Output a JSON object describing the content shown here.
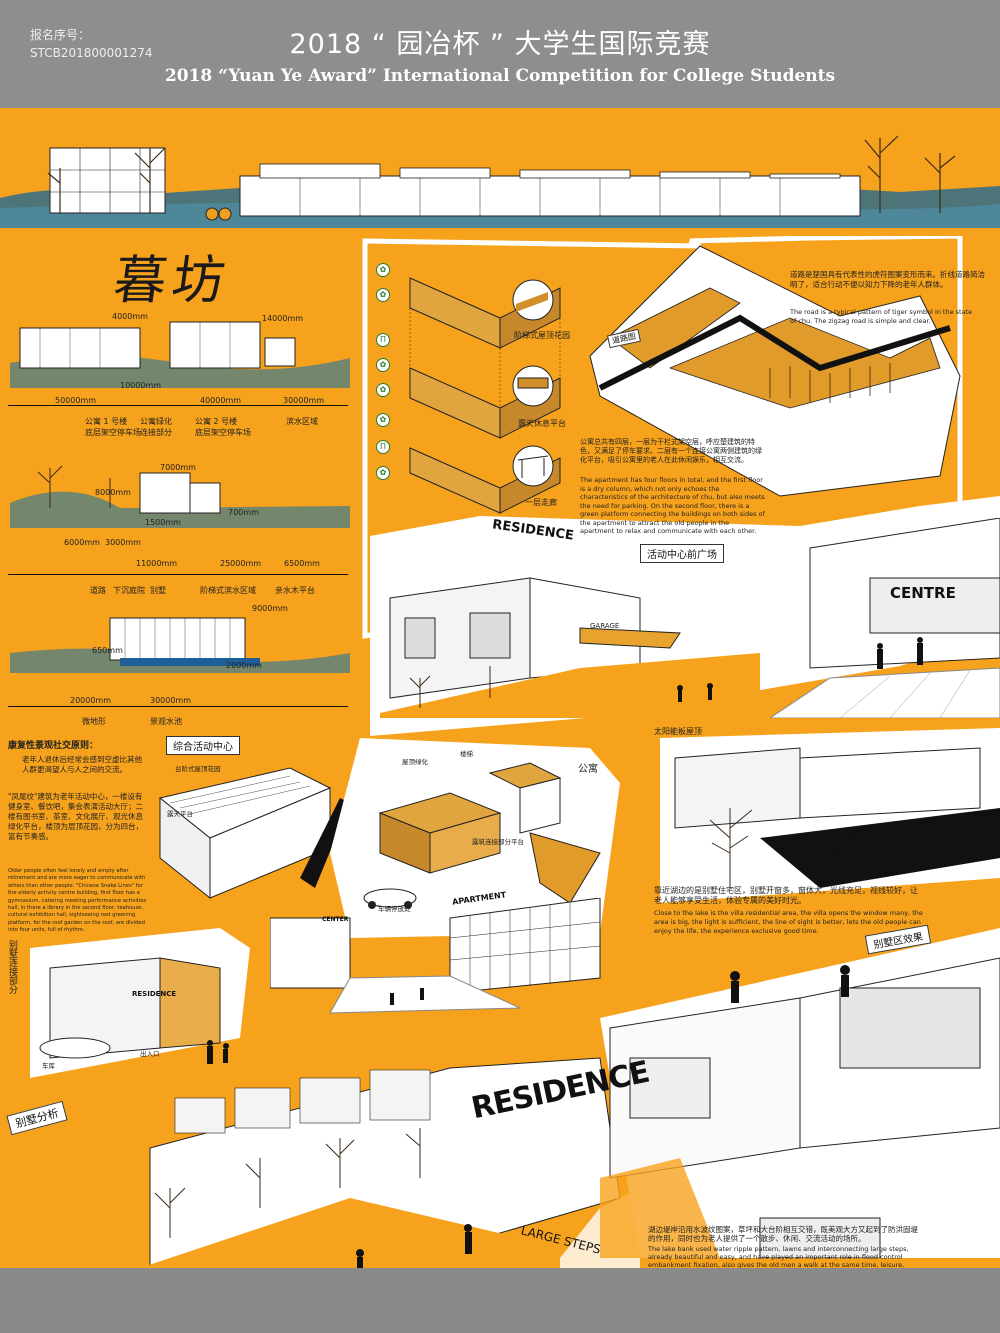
{
  "header": {
    "reg_label": "报名序号：",
    "reg_no": "STCB201800001274",
    "title_cn": "2018 “ 园冶杯 ” 大学生国际竞赛",
    "title_en": "2018 “Yuan Ye Award” International Competition for College Students"
  },
  "project_title": "暮坊",
  "section1": {
    "dims_top": [
      "4000mm",
      "14000mm",
      "10000mm"
    ],
    "dims_row1": [
      "50000mm",
      "40000mm",
      "30000mm"
    ],
    "labels_row1": [
      "公寓 1 号楼\n底层架空停车场",
      "公寓绿化\n连接部分",
      "公寓 2 号楼\n底层架空停车场",
      "滨水区域"
    ],
    "dims_mid": [
      "7000mm",
      "8000mm",
      "1500mm",
      "700mm"
    ],
    "dims_row2": [
      "6000mm",
      "3000mm",
      "11000mm",
      "25000mm",
      "6500mm"
    ],
    "labels_row2": [
      "道路",
      "下沉庭院",
      "别墅",
      "阶梯式滨水区域",
      "亲水木平台"
    ],
    "dims_bottom": [
      "9000mm",
      "650mm",
      "2000mm"
    ],
    "dims_row3": [
      "20000mm",
      "30000mm"
    ],
    "labels_row3": [
      "微地形",
      "景观水池"
    ]
  },
  "section2": {
    "diagram_labels": [
      "阶梯式屋顶花园",
      "露天休息平台",
      "一层走廊"
    ],
    "tag_road": "道路图",
    "road_text_cn": "道路是楚国具有代表性的虎符图案变形而来。折线道路简洁明了，适合行动不便以知力下降的老年人群体。",
    "road_text_en": "The road is a typical pattern of tiger symbol in the state of chu. The zigzag road is simple and clear.",
    "apt_text_cn": "公寓总共有四层，一层为干栏式架空层，呼应楚建筑的特色，又满足了停车要求。二层有一个连接公寓两侧建筑的绿化平台，吸引公寓里的老人在此休闲娱乐，相互交流。",
    "apt_text_en": "The apartment has four floors in total, and the first floor is a dry column, which not only echoes the characteristics of the architecture of chu, but also meets the need for parking. On the second floor, there is a green platform connecting the buildings on both sides of the apartment to attract the old people in the apartment to relax and communicate with each other.",
    "residence_label": "RESIDENCE",
    "activity_square": "活动中心前广场",
    "centre_label": "CENTRE",
    "garage_label": "GARAGE"
  },
  "section3": {
    "rehab_title": "康复性景观社交原则：",
    "rehab_cn1": "老年人退休后经常会感到空虚比其他人群更渴望人与人之间的交流。",
    "rehab_cn2": "\"凤尾纹\"建筑为老年活动中心，一楼设有健身室、餐饮吧，集会表演活动大厅；二楼有图书室、茶室、文化展厅、观光休息绿化平台，楼顶为层顶花园，分为四台，富有节奏感。",
    "rehab_en": "Older people often feel lonely and empty after retirement and are more eager to communicate with others than other people. \"Chinese Snake Lines\" for the elderly activity centre building, first floor has a gymnasium, catering meeting performance activities hall, in there a library in the second floor, teahouse, cultural exhibition hall, sightseeing rest greening platform, for the roof garden on the roof, are divided into four units, full of rhythm.",
    "center_tag": "综合活动中心",
    "center_labels": [
      "台阶式屋顶花园",
      "露天平台"
    ],
    "apartment_labels": [
      "公寓",
      "屋顶绿化",
      "楼梯",
      "露筑连接部分平台"
    ],
    "car_label": "车辆停放处",
    "apartment_sign": "APARTMENT",
    "center_sign": "CENTER",
    "solar_label": "太阳能板屋顶",
    "villa_text_cn": "靠近湖边的是别墅住宅区，别墅开窗多，窗体大，光线充足，视线较好，让老人能够享受生活，体验专属的美好时光。",
    "villa_text_en": "Close to the lake is the villa residential area, the villa opens the window many, the area is big, the light is sufficient, the line of sight is better, lets the old people can enjoy the life, the experience exclusive good time.",
    "villa_effect": "别墅区效果"
  },
  "section4": {
    "villa_connect": "别墅连接部分",
    "residence_sign_small": "RESIDENCE",
    "garage_small": "车库",
    "entrance": "出入口",
    "villa_analysis": "别墅分析",
    "residence_big": "RESIDENCE",
    "large_steps": "LARGE STEPS",
    "lake_text_cn": "湖边堤岸沿用水波纹图案，草坪和大台阶相互交错，既美观大方又起到了防洪固堤的作用，同时也为老人提供了一个散步、休闲、交流活动的场所。",
    "lake_text_en": "The lake bank used water ripple pattern, lawns and interconnecting large steps, already beautiful and easy, and have played an important role in flood control embankment fixation, also gives the old men a walk at the same time, leisure, communication activities."
  },
  "colors": {
    "board": "#f7a21c",
    "frame": "#8a8a8a",
    "ink": "#1a1a1a"
  }
}
